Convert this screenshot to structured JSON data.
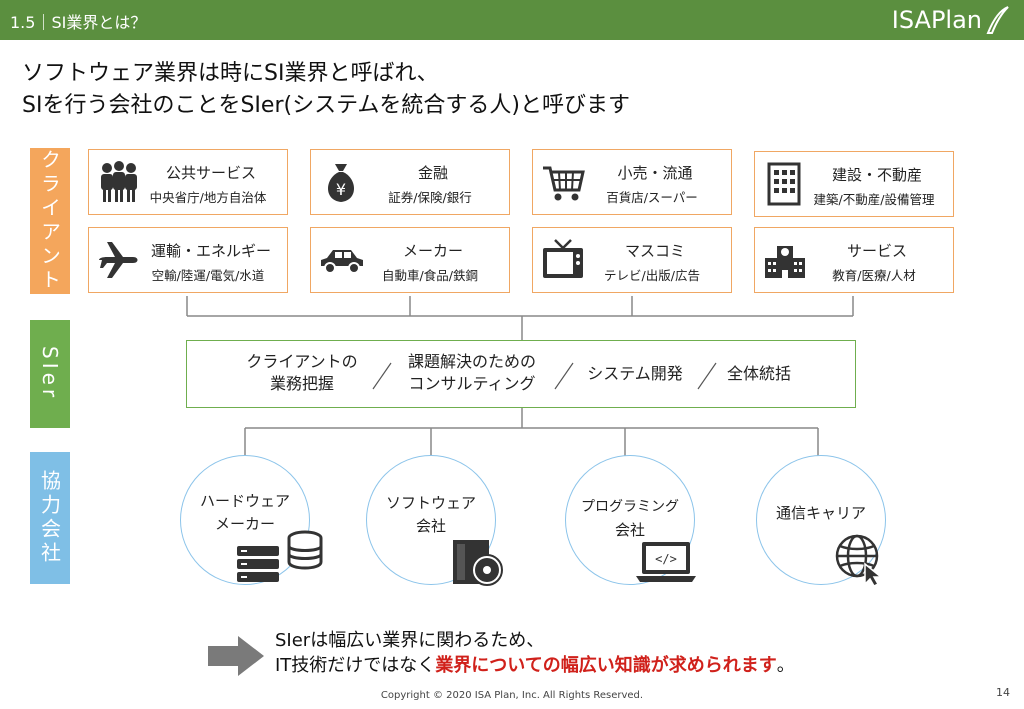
{
  "header": {
    "section": "1.5｜SI業界とは？",
    "logo": "ISAPlan"
  },
  "headline": {
    "line1": "ソフトウェア業界は時にSI業界と呼ばれ、",
    "line2": "SIを行う会社のことをSIer(システムを統合する人)と呼びます"
  },
  "side_labels": {
    "client": "クライアント",
    "sier": "SIer",
    "partner": "協力会社"
  },
  "colors": {
    "header_green": "#5b8f3f",
    "client_orange": "#f4a65c",
    "sier_green": "#6fae4e",
    "partner_blue": "#7fbfe6",
    "emphasis_red": "#d0211b"
  },
  "clients": [
    {
      "title": "公共サービス",
      "sub": "中央省庁/地方自治体",
      "icon": "people-icon"
    },
    {
      "title": "金融",
      "sub": "証券/保険/銀行",
      "icon": "money-bag-icon"
    },
    {
      "title": "小売・流通",
      "sub": "百貨店/スーパー",
      "icon": "shopping-cart-icon"
    },
    {
      "title": "建設・不動産",
      "sub": "建築/不動産/設備管理",
      "icon": "building-icon"
    },
    {
      "title": "運輸・エネルギー",
      "sub": "空輸/陸運/電気/水道",
      "icon": "airplane-icon"
    },
    {
      "title": "メーカー",
      "sub": "自動車/食品/鉄鋼",
      "icon": "car-icon"
    },
    {
      "title": "マスコミ",
      "sub": "テレビ/出版/広告",
      "icon": "tv-icon"
    },
    {
      "title": "サービス",
      "sub": "教育/医療/人材",
      "icon": "school-icon"
    }
  ],
  "sier_roles": {
    "role1_line1": "クライアントの",
    "role1_line2": "業務把握",
    "role2_line1": "課題解決のための",
    "role2_line2": "コンサルティング",
    "role3": "システム開発",
    "role4": "全体統括"
  },
  "partners": [
    {
      "line1": "ハードウェア",
      "line2": "メーカー",
      "icon": "server-database-icon"
    },
    {
      "line1": "ソフトウェア",
      "line2": "会社",
      "icon": "software-package-icon"
    },
    {
      "line1": "プログラミング",
      "line2": "会社",
      "icon": "laptop-code-icon"
    },
    {
      "line1": "通信キャリア",
      "line2": "",
      "icon": "globe-cursor-icon"
    }
  ],
  "conclusion": {
    "line1": "SIerは幅広い業界に関わるため、",
    "line2_plain": "IT技術だけではなく",
    "line2_emphasis": "業界についての幅広い知識が求められます",
    "line2_end": "。"
  },
  "footer": {
    "copyright": "Copyright © 2020 ISA Plan, Inc. All Rights Reserved.",
    "page": "14"
  }
}
